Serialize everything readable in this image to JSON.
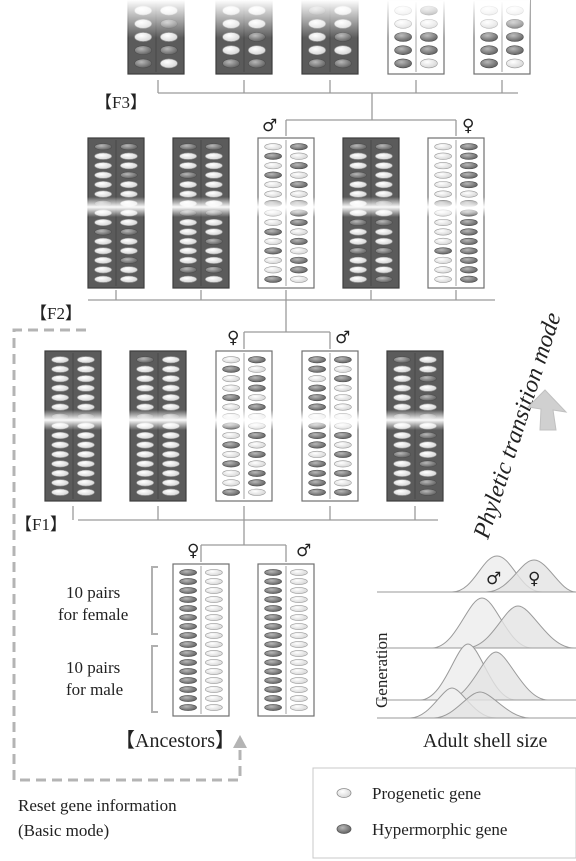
{
  "generations": {
    "f3": "【F3】",
    "f2": "【F2】",
    "f1": "【F1】",
    "ancestors": "【Ancestors】"
  },
  "symbols": {
    "male": "♂",
    "female": "♀"
  },
  "ancestor_labels": {
    "female_pairs": [
      "10 pairs",
      "for female"
    ],
    "male_pairs": [
      "10 pairs",
      "for male"
    ]
  },
  "mode_label": "Phyletic transition mode",
  "reset_label": [
    "Reset gene information",
    "(Basic mode)"
  ],
  "inset": {
    "ylabel": "Generation",
    "xlabel": "Adult shell size",
    "male_symbol": "♂",
    "female_symbol": "♀"
  },
  "legend": {
    "progenetic": "Progenetic gene",
    "hypermorphic": "Hypermorphic gene"
  },
  "colors": {
    "dark_panel": "#5b5b5b",
    "light_panel": "#ffffff",
    "progenetic_gene": "#ffffff",
    "hypermorphic_gene": "#808080",
    "line": "#9a9a9a",
    "dashed": "#b4b4b4",
    "arrow": "#cfcfcf"
  }
}
